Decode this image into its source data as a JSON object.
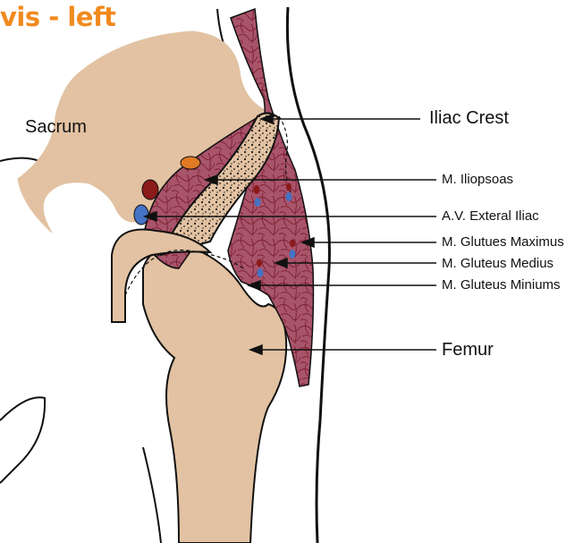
{
  "title": "vis - left",
  "colors": {
    "title": "#F08A1E",
    "bone": "#E2C2A2",
    "muscle": "#A8546B",
    "muscle_fiber": "#7C1E2F",
    "outline": "#111111",
    "artery": "#8B1A1A",
    "vein": "#4472C4",
    "nerve": "#E07B24",
    "marrow": "#1A1A1A"
  },
  "labels": {
    "sacrum": "Sacrum",
    "iliac_crest": "Iliac Crest",
    "iliopsoas": "M. Iliopsoas",
    "av_iliac": "A.V. Exteral Iliac",
    "gluteus_maximus": "M. Glutues Maximus",
    "gluteus_medius": "M. Gluteus Medius",
    "gluteus_minimus": "M. Gluteus Miniums",
    "femur": "Femur"
  }
}
